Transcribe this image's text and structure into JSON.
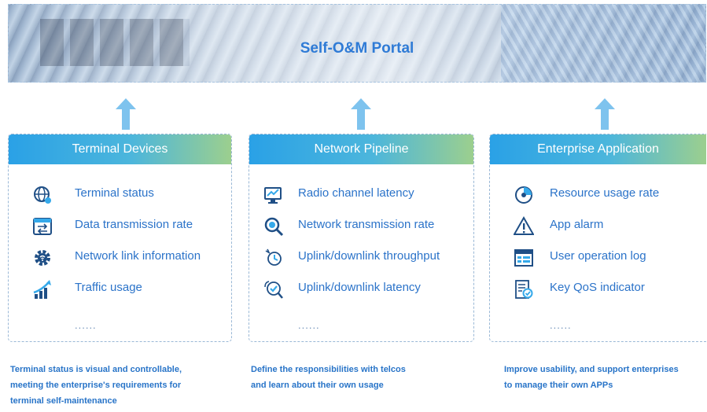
{
  "banner": {
    "title": "Self-O&M Portal"
  },
  "columns": [
    {
      "header": "Terminal Devices",
      "items": [
        {
          "icon": "globe-settings-icon",
          "label": "Terminal status"
        },
        {
          "icon": "transfer-arrows-icon",
          "label": "Data transmission rate"
        },
        {
          "icon": "gear-wifi-icon",
          "label": "Network link information"
        },
        {
          "icon": "rising-bars-icon",
          "label": "Traffic usage"
        }
      ],
      "more": "......",
      "description": [
        "Terminal status is visual and controllable,",
        "meeting the enterprise's requirements for",
        "terminal self-maintenance"
      ]
    },
    {
      "header": "Network Pipeline",
      "items": [
        {
          "icon": "monitor-chart-icon",
          "label": "Radio channel latency"
        },
        {
          "icon": "magnifier-icon",
          "label": "Network transmission rate"
        },
        {
          "icon": "stopwatch-icon",
          "label": "Uplink/downlink throughput"
        },
        {
          "icon": "magnifier-check-icon",
          "label": "Uplink/downlink latency"
        }
      ],
      "more": "......",
      "description": [
        "Define the responsibilities with telcos",
        "and learn about their own usage"
      ]
    },
    {
      "header": "Enterprise Application",
      "items": [
        {
          "icon": "disc-icon",
          "label": "Resource usage rate"
        },
        {
          "icon": "warning-triangle-icon",
          "label": "App alarm"
        },
        {
          "icon": "log-window-icon",
          "label": "User operation log"
        },
        {
          "icon": "checklist-icon",
          "label": "Key QoS indicator"
        }
      ],
      "more": "......",
      "description": [
        "Improve usability, and support enterprises",
        "to manage their own APPs"
      ]
    }
  ],
  "colors": {
    "title_blue": "#2f7bd6",
    "label_blue": "#2b73c9",
    "arrow_blue": "#7ec3ee",
    "header_gradient_start": "#2aa1e6",
    "header_gradient_end": "#9ccf8e",
    "icon_navy": "#1f4f86",
    "icon_accent": "#35a9ea"
  }
}
